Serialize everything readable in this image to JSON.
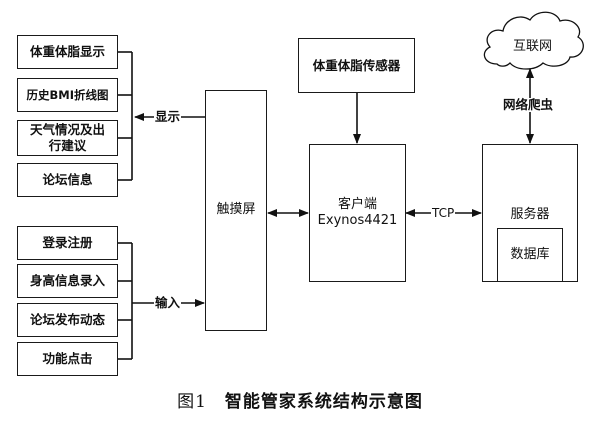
{
  "display_group": {
    "items": [
      "体重体脂显示",
      "历史BMI折线图",
      "天气情况及出行建议",
      "论坛信息"
    ],
    "label": "显示"
  },
  "input_group": {
    "items": [
      "登录注册",
      "身高信息录入",
      "论坛发布动态",
      "功能点击"
    ],
    "label": "输入"
  },
  "touchscreen": {
    "label": "触摸屏"
  },
  "sensor": {
    "label": "体重体脂传感器"
  },
  "client": {
    "line1": "客户端",
    "line2": "Exynos4421"
  },
  "connection": {
    "label": "TCP"
  },
  "server": {
    "label": "服务器",
    "database": "数据库"
  },
  "internet": {
    "label": "互联网",
    "link_label": "网络爬虫"
  },
  "caption": {
    "number": "图1",
    "title": "智能管家系统结构示意图"
  }
}
